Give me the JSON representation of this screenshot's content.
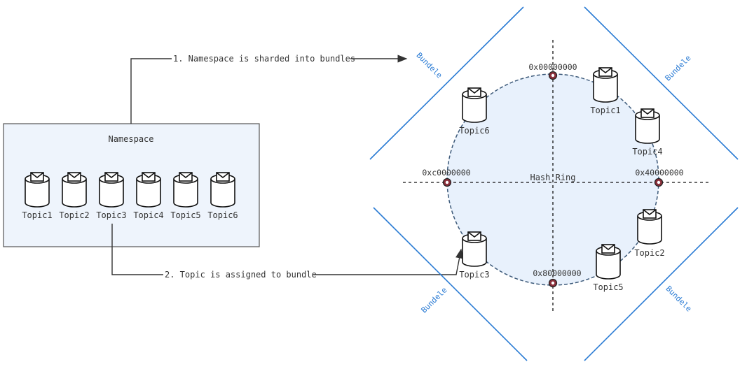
{
  "namespace": {
    "title": "Namespace",
    "topics": [
      "Topic1",
      "Topic2",
      "Topic3",
      "Topic4",
      "Topic5",
      "Topic6"
    ]
  },
  "steps": {
    "step1": "1. Namespace is sharded into bundles",
    "step2": "2. Topic is assigned to bundle"
  },
  "ring": {
    "label": "Hash Ring",
    "hex_top": "0x00000000",
    "hex_right": "0x40000000",
    "hex_bottom": "0x80000000",
    "hex_left": "0xc0000000",
    "topics": {
      "top_right_a": "Topic1",
      "top_right_b": "Topic4",
      "top_left": "Topic6",
      "bottom_right_a": "Topic2",
      "bottom_right_b": "Topic5",
      "bottom_left": "Topic3"
    }
  },
  "bundles": {
    "top_left": "Bundele",
    "top_right": "Bundele",
    "bottom_left": "Bundele",
    "bottom_right": "Bundele"
  },
  "colors": {
    "namespace_fill": "#eef4fc",
    "ring_fill": "#e8f1fc",
    "bundle_line": "#2a7bd4",
    "ring_stroke": "#3d5a7a",
    "marker": "#8b2f3a"
  }
}
